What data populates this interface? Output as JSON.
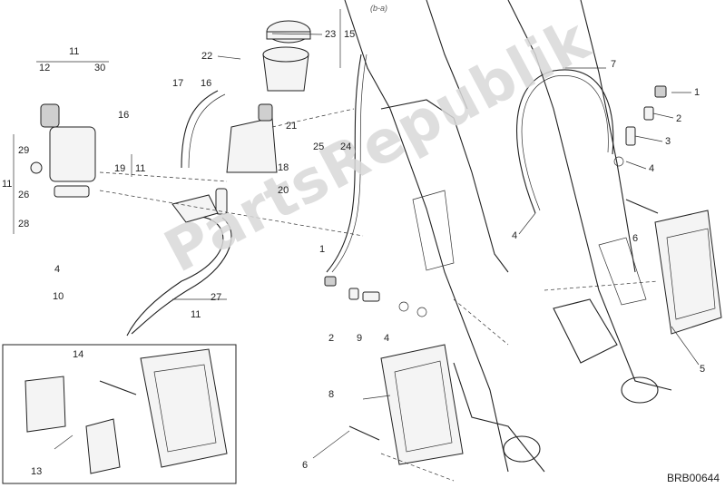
{
  "watermark": "PartsRepublik",
  "diagram_code": "BRB00644",
  "top_note": "(b-a)",
  "callouts": [
    {
      "id": "c11a",
      "label": "11"
    },
    {
      "id": "c12",
      "label": "12"
    },
    {
      "id": "c30",
      "label": "30"
    },
    {
      "id": "c16a",
      "label": "16"
    },
    {
      "id": "c29",
      "label": "29"
    },
    {
      "id": "c19",
      "label": "19"
    },
    {
      "id": "c11b",
      "label": "11"
    },
    {
      "id": "c11c",
      "label": "11"
    },
    {
      "id": "c26",
      "label": "26"
    },
    {
      "id": "c28",
      "label": "28"
    },
    {
      "id": "c4a",
      "label": "4"
    },
    {
      "id": "c10",
      "label": "10"
    },
    {
      "id": "c22",
      "label": "22"
    },
    {
      "id": "c23",
      "label": "23"
    },
    {
      "id": "c15",
      "label": "15"
    },
    {
      "id": "c17",
      "label": "17"
    },
    {
      "id": "c16b",
      "label": "16"
    },
    {
      "id": "c21",
      "label": "21"
    },
    {
      "id": "c18",
      "label": "18"
    },
    {
      "id": "c20",
      "label": "20"
    },
    {
      "id": "c27",
      "label": "27"
    },
    {
      "id": "c11d",
      "label": "11"
    },
    {
      "id": "c25",
      "label": "25"
    },
    {
      "id": "c24",
      "label": "24"
    },
    {
      "id": "c7",
      "label": "7"
    },
    {
      "id": "c1a",
      "label": "1"
    },
    {
      "id": "c2a",
      "label": "2"
    },
    {
      "id": "c3",
      "label": "3"
    },
    {
      "id": "c4b",
      "label": "4"
    },
    {
      "id": "c4c",
      "label": "4"
    },
    {
      "id": "c6a",
      "label": "6"
    },
    {
      "id": "c5",
      "label": "5"
    },
    {
      "id": "c1b",
      "label": "1"
    },
    {
      "id": "c2b",
      "label": "2"
    },
    {
      "id": "c9",
      "label": "9"
    },
    {
      "id": "c4d",
      "label": "4"
    },
    {
      "id": "c8",
      "label": "8"
    },
    {
      "id": "c6b",
      "label": "6"
    },
    {
      "id": "c14",
      "label": "14"
    },
    {
      "id": "c13",
      "label": "13"
    }
  ]
}
